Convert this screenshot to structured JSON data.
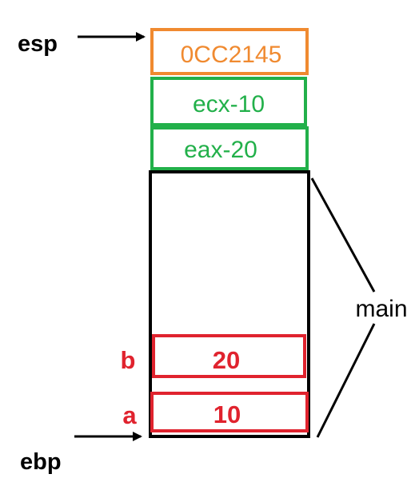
{
  "pointers": {
    "esp": "esp",
    "ebp": "ebp"
  },
  "stack": {
    "return_address": "0CC2145",
    "saved_ecx": "ecx-10",
    "saved_eax": "eax-20"
  },
  "frame": {
    "label": "main",
    "vars": [
      {
        "name": "b",
        "value": "20"
      },
      {
        "name": "a",
        "value": "10"
      }
    ]
  },
  "colors": {
    "orange": "#f08a30",
    "green": "#22b04a",
    "red": "#e0232e",
    "black": "#000000"
  }
}
